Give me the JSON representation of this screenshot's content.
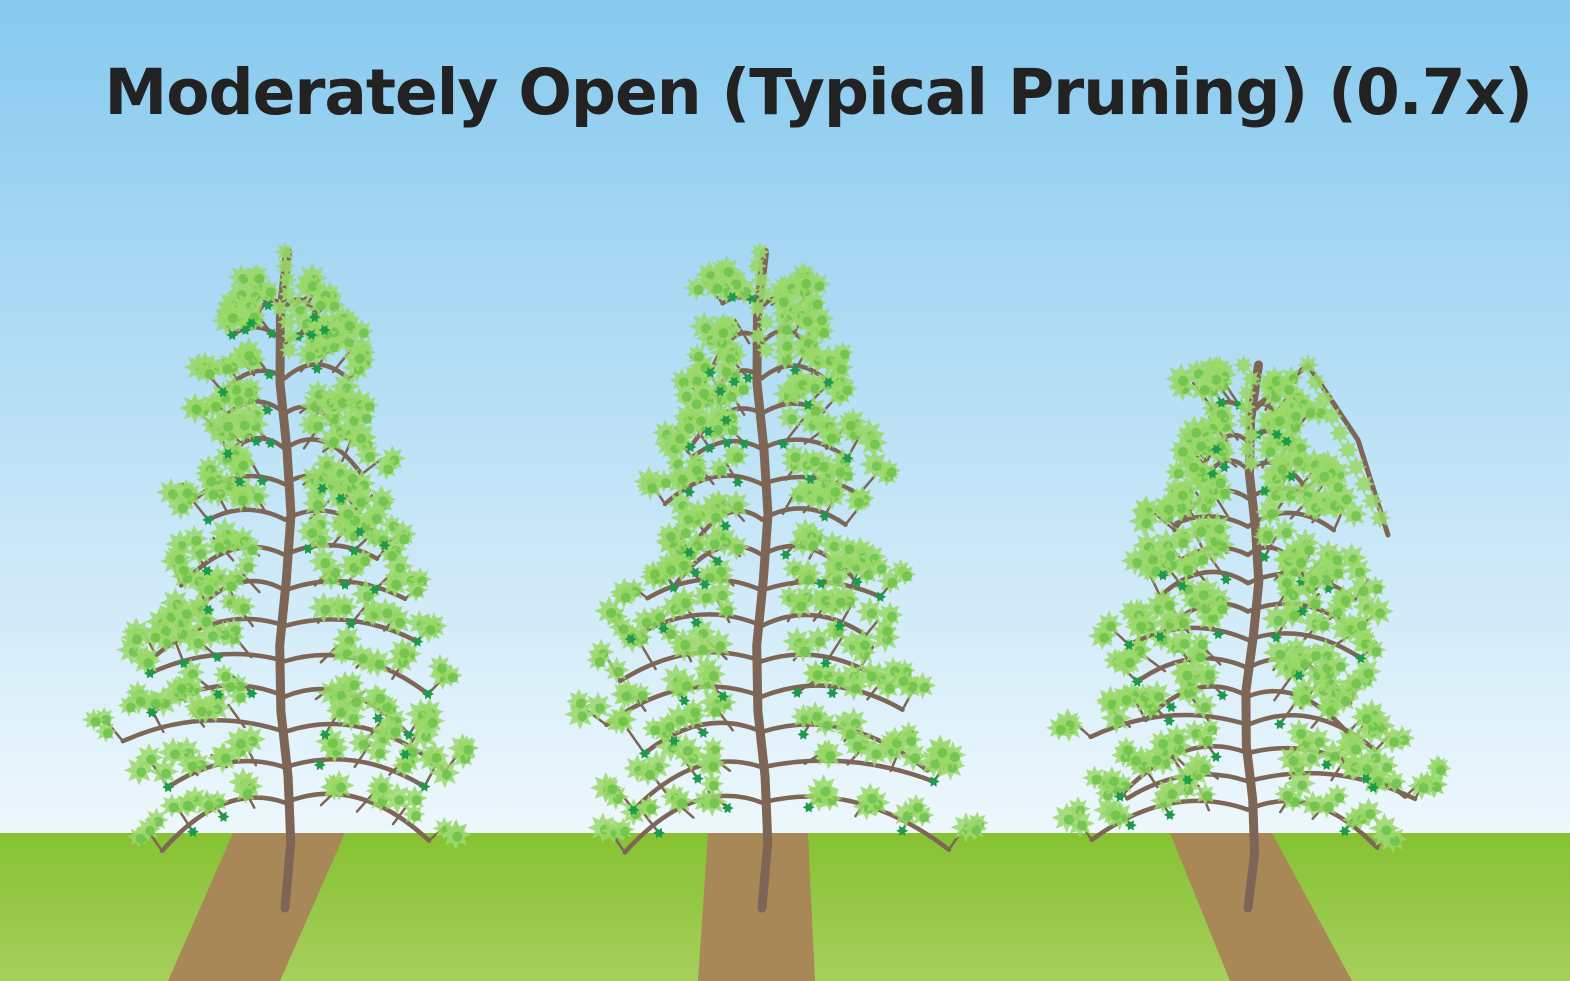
{
  "title": "Moderately Open (Typical Pruning) (0.7x)",
  "colors": {
    "sky_top": "#86c9ef",
    "sky_bottom": "#eef8fd",
    "grass_top": "#86c232",
    "grass_bottom": "#a6cf5c",
    "path": "#a98857",
    "trunk": "#7d6655",
    "foliage_light": "#9ad86a",
    "foliage_mid": "#6cc04a",
    "foliage_dark": "#1f9a4c"
  },
  "trees": [
    {
      "name": "tree-left",
      "pruning": "Moderately Open"
    },
    {
      "name": "tree-center",
      "pruning": "Moderately Open"
    },
    {
      "name": "tree-right",
      "pruning": "Moderately Open"
    }
  ]
}
